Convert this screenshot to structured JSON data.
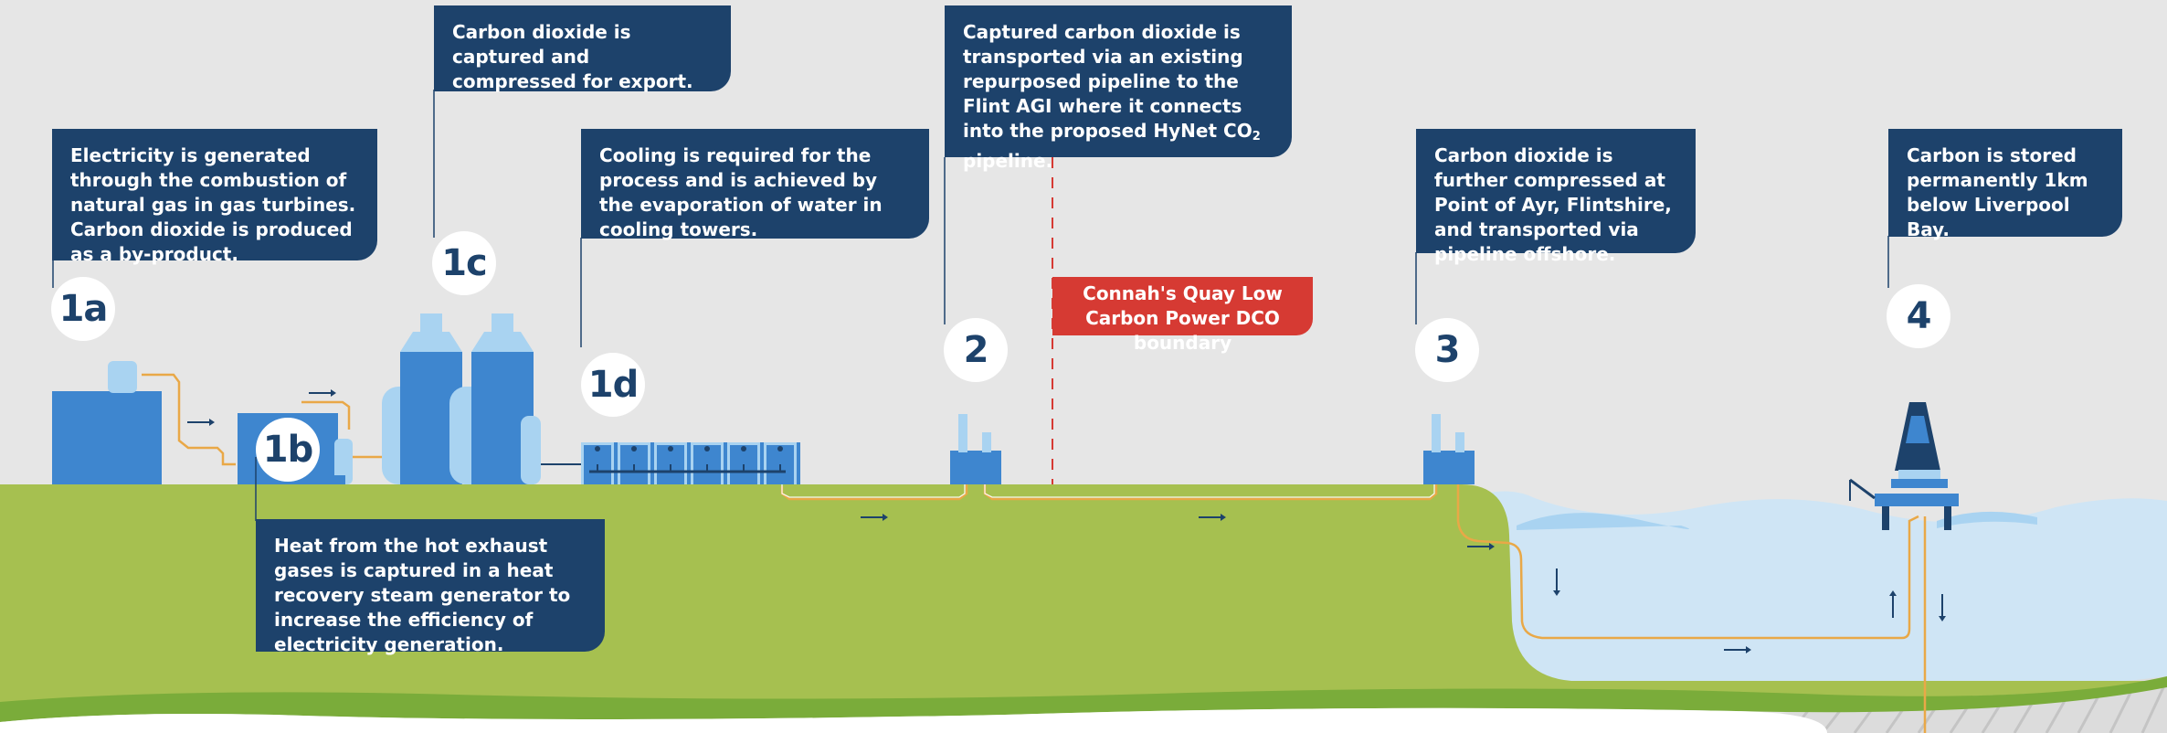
{
  "steps": [
    {
      "id": "1a",
      "text": "Electricity is generated through the combustion of natural gas in gas turbines. Carbon dioxide is produced as a by-product."
    },
    {
      "id": "1b",
      "text": "Heat from the hot exhaust gases is captured in a heat recovery steam generator to increase the efficiency of electricity generation."
    },
    {
      "id": "1c",
      "text": "Carbon dioxide is captured and compressed for export."
    },
    {
      "id": "1d",
      "text": "Cooling is required for the process and is achieved by the evaporation of water in cooling towers."
    },
    {
      "id": "2",
      "text_before": "Captured carbon dioxide is transported via an existing repurposed pipeline to the Flint AGI where it connects into the proposed HyNet CO",
      "text_sub": "2",
      "text_after": " pipeline."
    },
    {
      "id": "3",
      "text": "Carbon dioxide is further compressed at Point of Ayr, Flintshire, and transported via pipeline offshore."
    },
    {
      "id": "4",
      "text": "Carbon is stored permanently 1km below Liverpool Bay."
    }
  ],
  "boundary_label": "Connah's Quay Low Carbon Power DCO boundary",
  "colors": {
    "background": "#e6e6e6",
    "callout": "#1d426b",
    "land": "#a6c050",
    "land_edge": "#7aac3a",
    "sea": "#cfe5f5",
    "sea_deep": "#a9d3f1",
    "building": "#3e86cf",
    "building_light": "#a9d3f1",
    "pipeline": "#e9a847",
    "boundary": "#d63a33"
  },
  "icons": [
    "arrow-right-icon",
    "arrow-down-icon",
    "arrow-up-icon"
  ]
}
